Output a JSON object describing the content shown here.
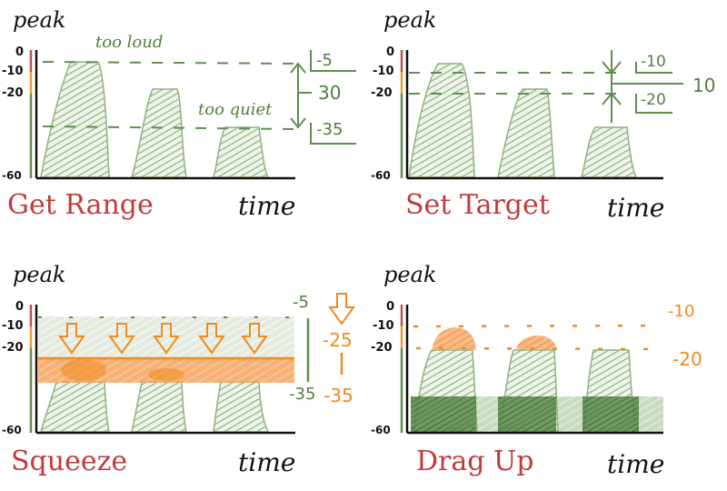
{
  "colors": {
    "green": "#5f8f4f",
    "green_dark": "#3f6f33",
    "green_fill": "#9ebe8e",
    "orange": "#f28a1e",
    "red_title": "#c23a3a",
    "meter_red": "#c0504d",
    "meter_orange": "#f29b30",
    "meter_green": "#5f8f4f",
    "axis": "#111111"
  },
  "axis": {
    "y_label": "peak",
    "x_label": "time",
    "y_ticks": [
      "0",
      "-10",
      "-20",
      "-60"
    ]
  },
  "panels": [
    {
      "title": "Get Range",
      "annotations": {
        "too_loud": "too loud",
        "too_quiet": "too quiet",
        "top_value": "-5",
        "range_value": "30",
        "bottom_value": "-35"
      }
    },
    {
      "title": "Set Target",
      "annotations": {
        "top_value": "-10",
        "range_value": "10",
        "bottom_value": "-20"
      }
    },
    {
      "title": "Squeeze",
      "annotations": {
        "green_top": "-5",
        "green_bottom": "-35",
        "orange_top": "-25",
        "orange_bottom": "-35"
      }
    },
    {
      "title": "Drag Up",
      "annotations": {
        "top_value": "-10",
        "bottom_value": "-20"
      }
    }
  ]
}
